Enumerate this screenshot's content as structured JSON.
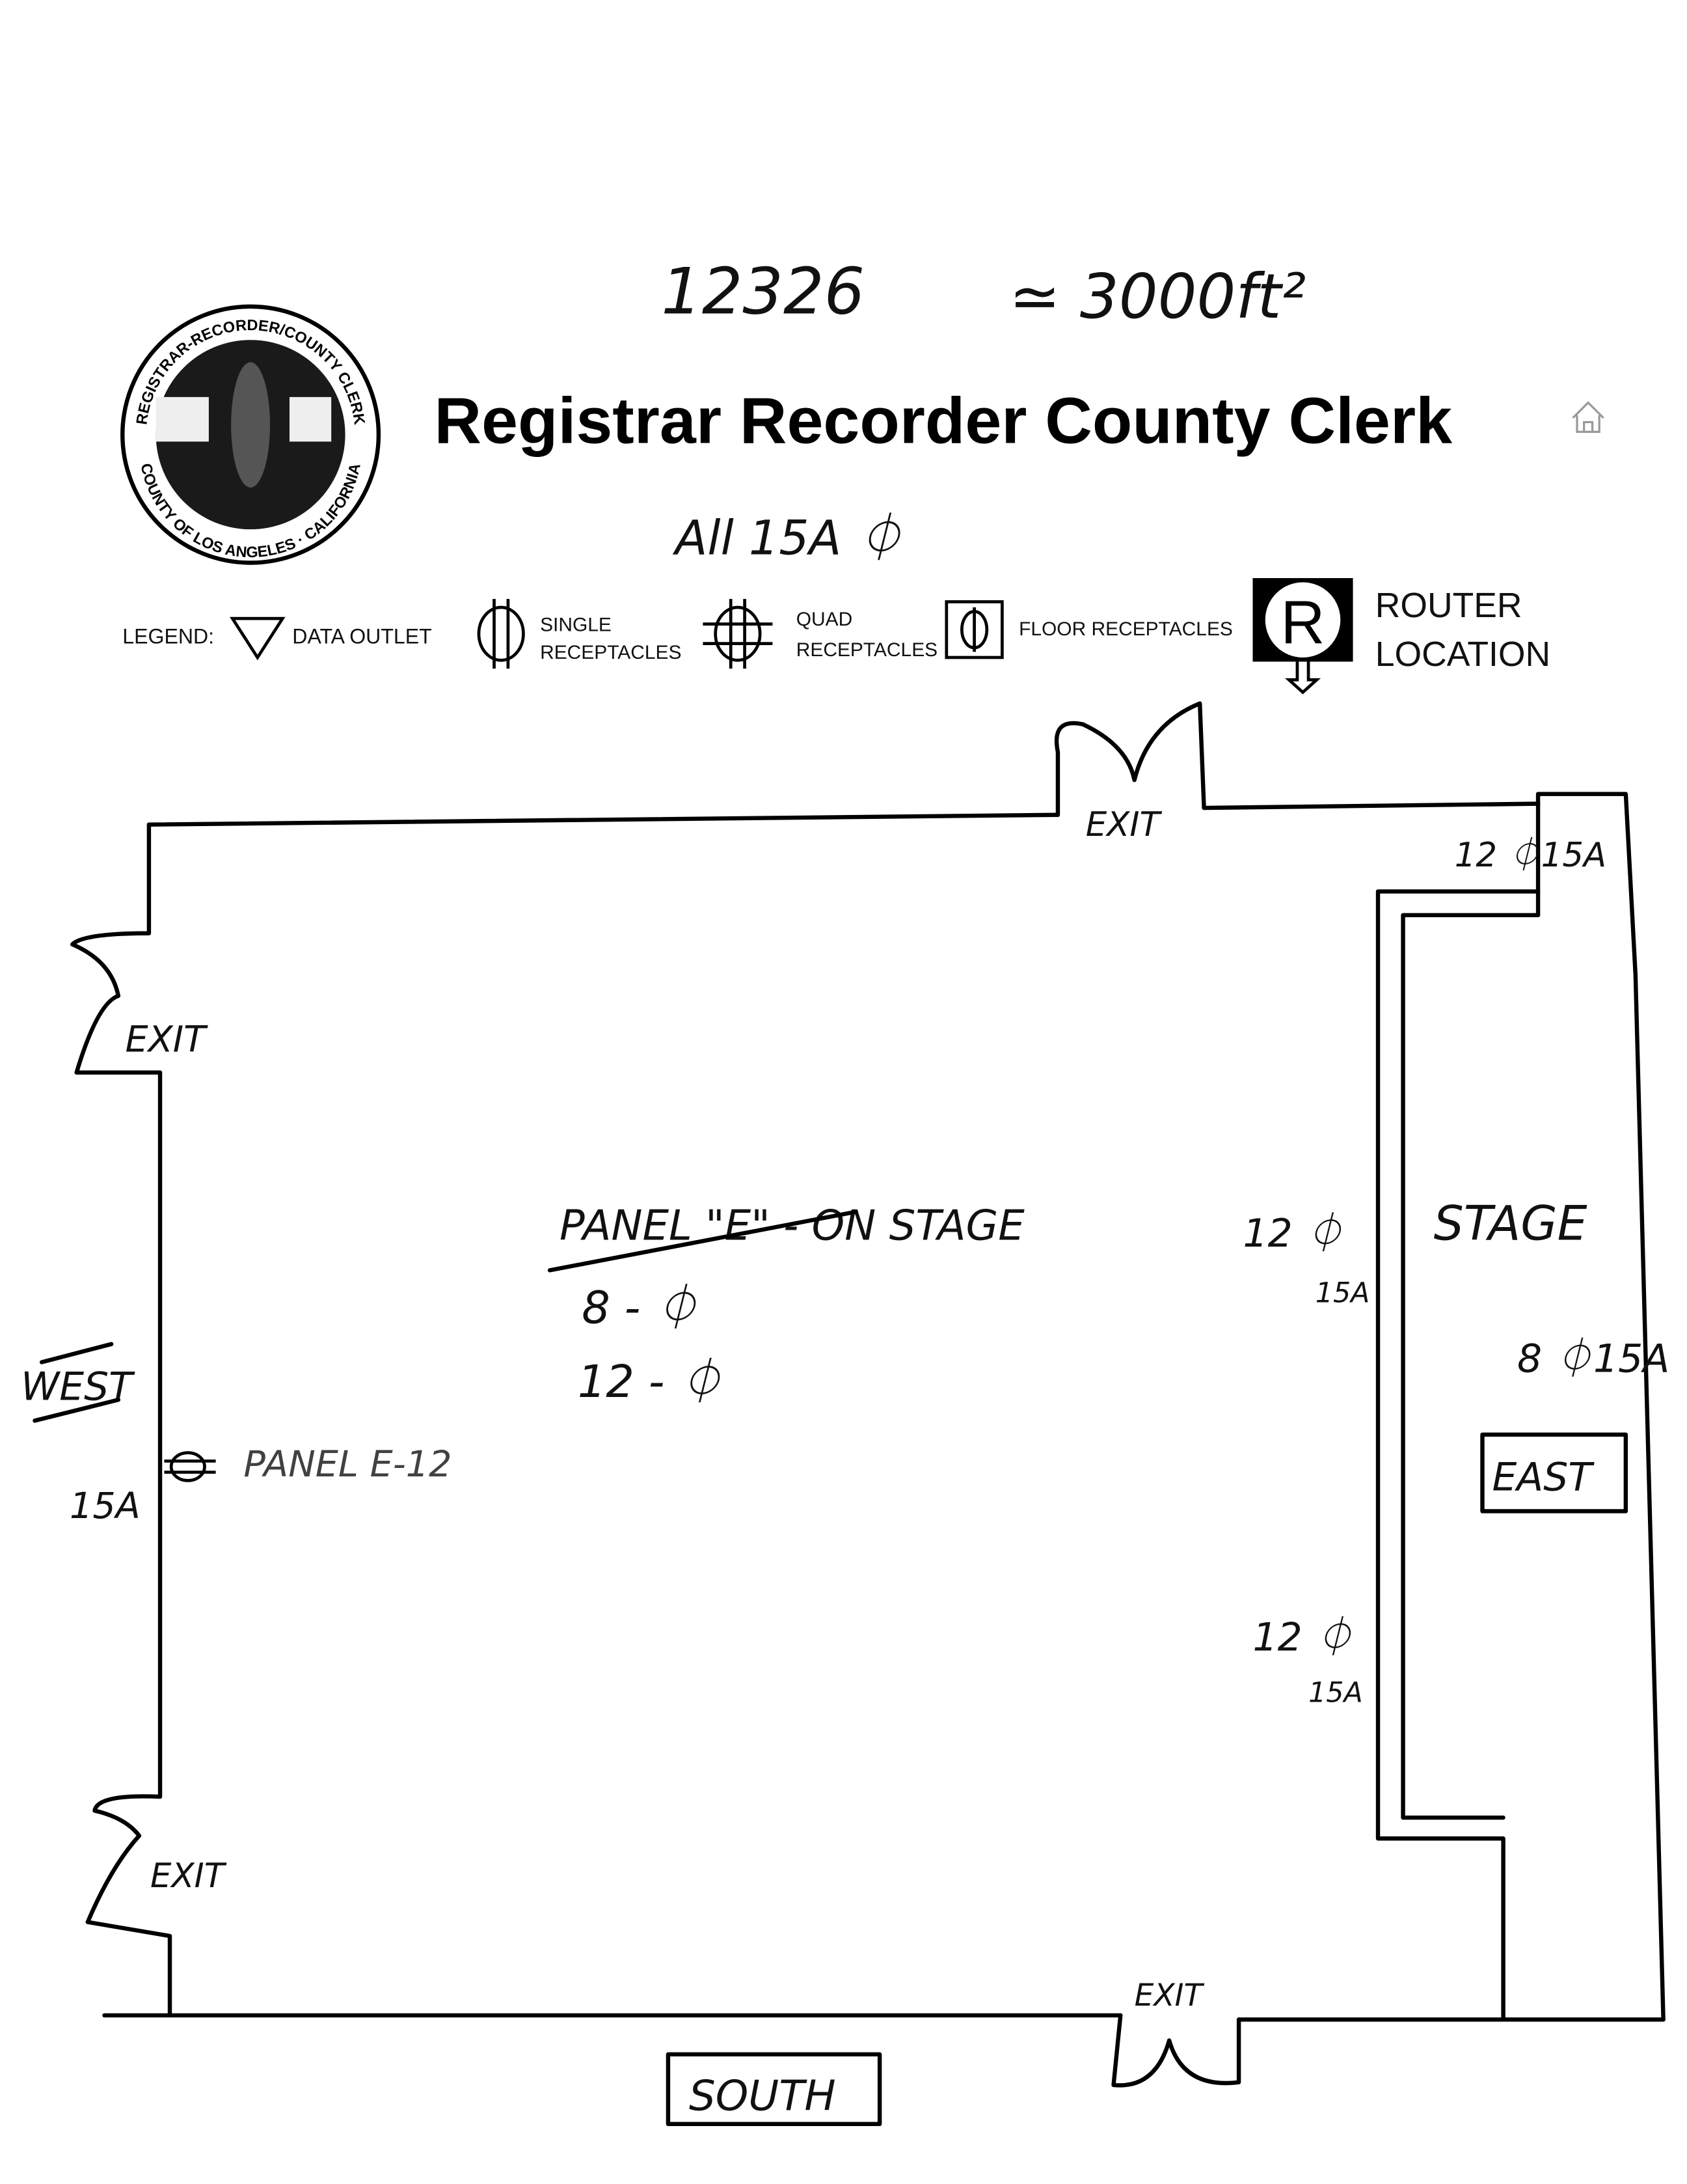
{
  "header": {
    "note_number": "12326",
    "note_area": "≃ 3000ft²",
    "title": "Registrar Recorder County Clerk",
    "note_amps": "All 15A ⏀",
    "seal_top_text": "REGISTRAR-RECORDER/COUNTY CLERK",
    "seal_bottom_text": "COUNTY OF LOS ANGELES · CALIFORNIA"
  },
  "legend": {
    "label": "LEGEND:",
    "data_outlet": "DATA OUTLET",
    "single_line1": "SINGLE",
    "single_line2": "RECEPTACLES",
    "quad_line1": "QUAD",
    "quad_line2": "RECEPTACLES",
    "floor": "FLOOR RECEPTACLES",
    "router_symbol": "R",
    "router_line1": "ROUTER",
    "router_line2": "LOCATION"
  },
  "plan": {
    "exit_top": "EXIT",
    "exit_left_upper": "EXIT",
    "exit_left_lower": "EXIT",
    "exit_bottom": "EXIT",
    "top_right_note": "12 ⏀15A",
    "panel_heading": "PANEL \"E\" - ON STAGE",
    "panel_line1": "8 - ⏀",
    "panel_line2": "12 - ⏀",
    "west_label": "WEST",
    "west_receptacle_amps": "15A",
    "west_receptacle_note": "PANEL E-12",
    "stage_label": "STAGE",
    "east_upper_count": "12 ⏀",
    "east_upper_amps": "15A",
    "east_mid_note": "8 ⏀15A",
    "east_label": "EAST",
    "east_lower_count": "12 ⏀",
    "east_lower_amps": "15A",
    "south_label": "SOUTH"
  }
}
